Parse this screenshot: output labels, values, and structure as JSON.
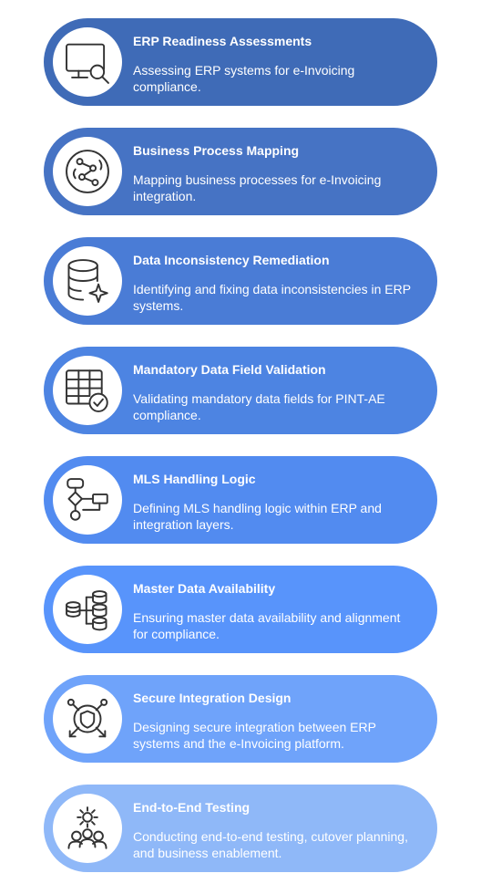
{
  "steps": [
    {
      "title": "ERP Readiness Assessments",
      "description": "Assessing ERP systems for e-Invoicing compliance.",
      "icon": "monitor-search-icon",
      "color": "#3f6bb7"
    },
    {
      "title": "Business Process Mapping",
      "description": "Mapping business processes for e-Invoicing integration.",
      "icon": "process-map-icon",
      "color": "#4673c4"
    },
    {
      "title": "Data Inconsistency Remediation",
      "description": "Identifying and fixing data inconsistencies in ERP systems.",
      "icon": "database-sparkle-icon",
      "color": "#4a7cd6"
    },
    {
      "title": "Mandatory Data Field Validation",
      "description": "Validating mandatory data fields for PINT-AE compliance.",
      "icon": "table-check-icon",
      "color": "#4d84e2"
    },
    {
      "title": "MLS Handling Logic",
      "description": "Defining MLS handling logic within ERP and integration layers.",
      "icon": "flowchart-icon",
      "color": "#528bf0"
    },
    {
      "title": "Master Data Availability",
      "description": "Ensuring master data availability and alignment for compliance.",
      "icon": "database-network-icon",
      "color": "#5894fb"
    },
    {
      "title": "Secure Integration Design",
      "description": "Designing secure integration between ERP systems and the e-Invoicing platform.",
      "icon": "shield-network-icon",
      "color": "#6fa3fa"
    },
    {
      "title": "End-to-End Testing",
      "description": "Conducting end-to-end testing, cutover planning, and business enablement.",
      "icon": "gear-team-icon",
      "color": "#8fb8f8"
    }
  ]
}
